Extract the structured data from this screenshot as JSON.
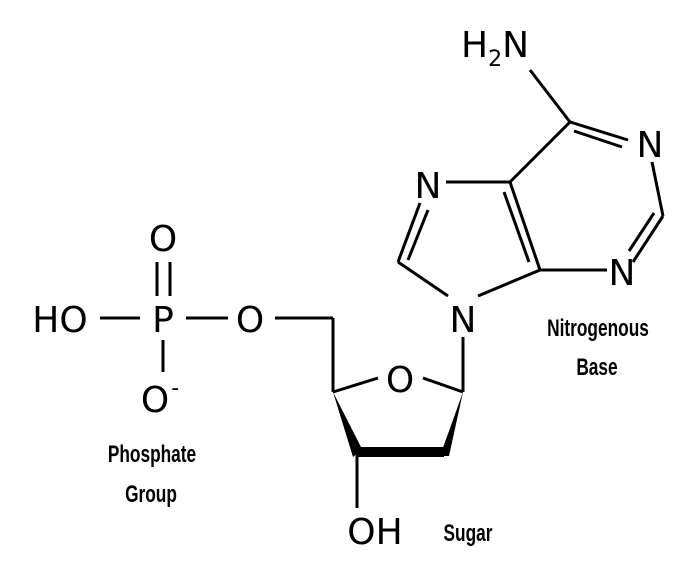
{
  "atoms": {
    "amine": {
      "main": "H",
      "sub": "2",
      "tail": "N"
    },
    "n_top_right": "N",
    "n_left": "N",
    "n_bottom_right": "N",
    "n_glycosidic": "N",
    "phosphate_o_top": "O",
    "hydroxyl": "HO",
    "phosphorus": "P",
    "bridge_o": "O",
    "phosphate_o_bottom": {
      "main": "O",
      "charge": "-"
    },
    "ring_o": "O",
    "sugar_oh": "OH"
  },
  "labels": {
    "base_line1": "Nitrogenous",
    "base_line2": "Base",
    "phosphate_line1": "Phosphate",
    "phosphate_line2": "Group",
    "sugar": "Sugar"
  }
}
